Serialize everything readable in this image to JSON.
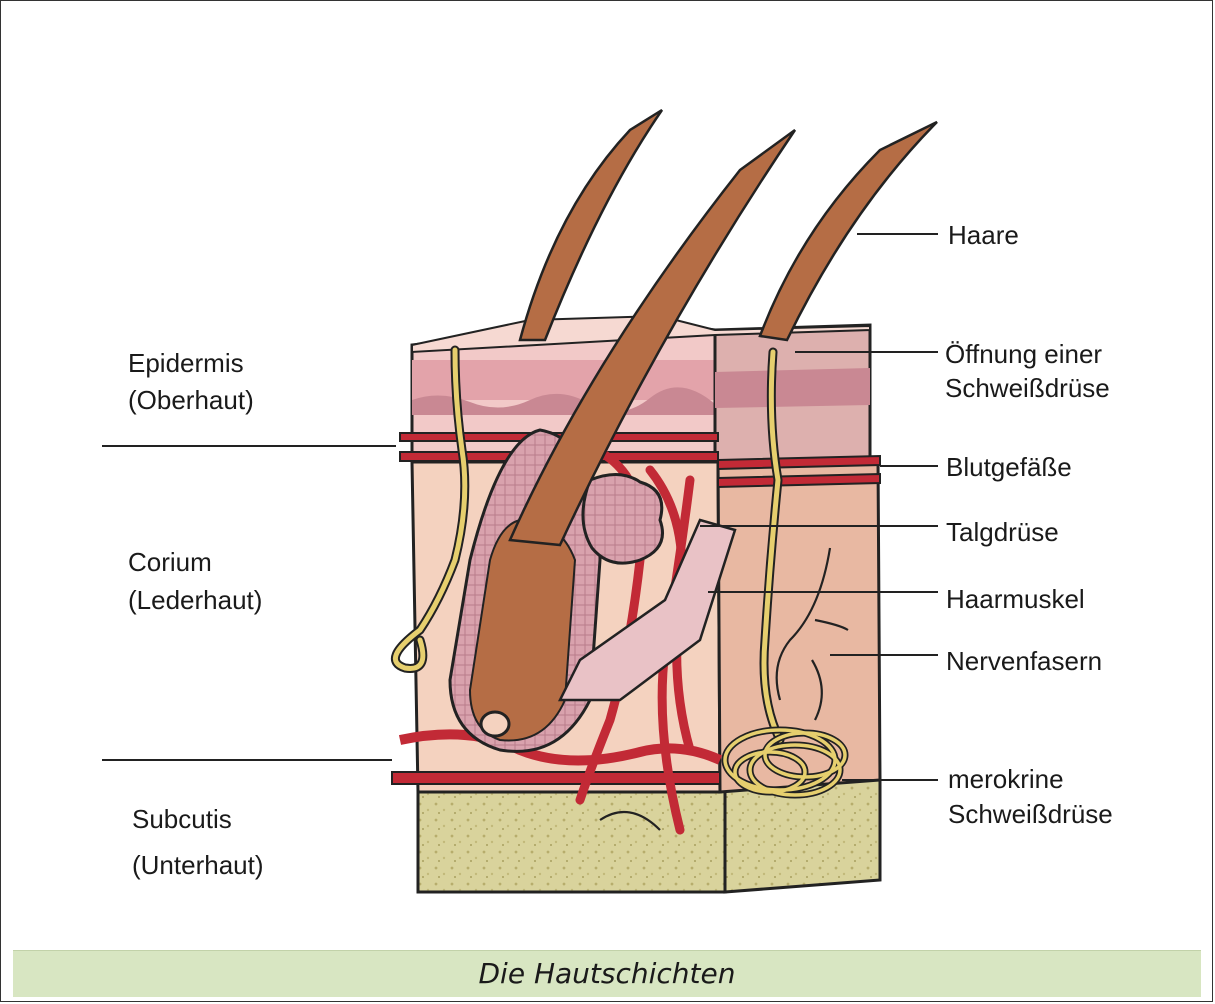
{
  "layers": {
    "epidermis": [
      "Epidermis",
      "(Oberhaut)"
    ],
    "corium": [
      "Corium",
      "(Lederhaut)"
    ],
    "subcutis": [
      "Subcutis",
      "(Unterhaut)"
    ]
  },
  "labels": {
    "haare": "Haare",
    "oeffnung": [
      "Öffnung einer",
      "Schweißdrüse"
    ],
    "blutgefaesse": "Blutgefäße",
    "talgdruese": "Talgdrüse",
    "haarmuskel": "Haarmuskel",
    "nervenfasern": "Nervenfasern",
    "merokrine": [
      "merokrine",
      "Schweißdrüse"
    ]
  },
  "caption": "Die Hautschichten",
  "colors": {
    "epidermis": "#e8b6bd",
    "corium": "#f4d2bf",
    "subcutis": "#d9d39c",
    "hair": "#b56d45",
    "vessel": "#c22a36",
    "gland": "#e6cf6e",
    "caption_bg": "#d8e6c2"
  }
}
